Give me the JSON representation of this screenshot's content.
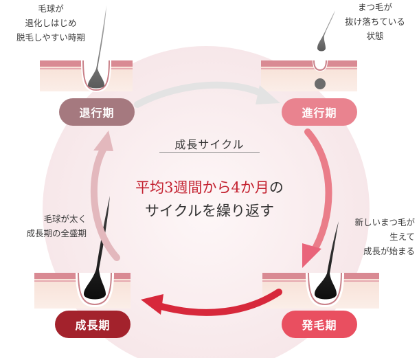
{
  "center": {
    "title": "成長サイクル",
    "line1_accent": "平均3週間から4か月",
    "line1_rest": "の",
    "line2": "サイクルを繰り返す"
  },
  "phases": {
    "taikou": "退行期",
    "shinkou": "進行期",
    "seichou": "成長期",
    "hatsumou": "発毛期"
  },
  "captions": {
    "taikou": "毛球が\n退化しはじめ\n脱毛しやすい時期",
    "shinkou": "まつ毛が\n抜け落ちている\n状態",
    "seichou": "毛球が太く\n成長期の全盛期",
    "hatsumou": "新しいまつ毛が\n生えて\n成長が始まる"
  },
  "colors": {
    "taikou": "#a5797f",
    "shinkou": "#e9838f",
    "seichou": "#a3222c",
    "hatsumou": "#e94f60",
    "skin_stripe": "#d98a93",
    "skin_band": "#f6ddd2"
  }
}
